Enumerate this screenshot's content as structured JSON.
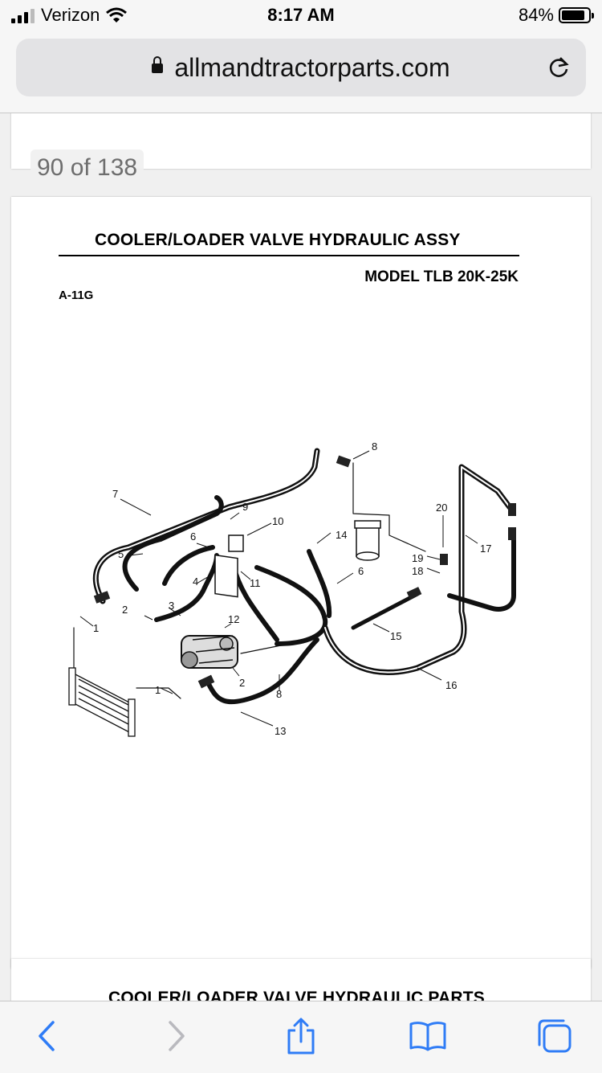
{
  "status_bar": {
    "carrier": "Verizon",
    "time": "8:17 AM",
    "battery": "84%"
  },
  "address_bar": {
    "url": "allmandtractorparts.com"
  },
  "viewer": {
    "page_indicator": "90 of 138"
  },
  "document": {
    "title": "COOLER/LOADER VALVE HYDRAULIC ASSY",
    "model": "MODEL TLB 20K-25K",
    "ref": "A-11G",
    "next_page_heading": "COOLER/LOADER VALVE HYDRAULIC PARTS"
  },
  "diagram": {
    "callouts": [
      "1",
      "1",
      "2",
      "2",
      "3",
      "4",
      "5",
      "6",
      "6",
      "7",
      "8",
      "8",
      "9",
      "10",
      "11",
      "12",
      "13",
      "14",
      "15",
      "16",
      "17",
      "18",
      "19",
      "20"
    ]
  },
  "toolbar": {
    "back_icon": "chevron-left-icon",
    "forward_icon": "chevron-right-icon",
    "share_icon": "share-icon",
    "bookmarks_icon": "book-icon",
    "tabs_icon": "tabs-icon"
  }
}
